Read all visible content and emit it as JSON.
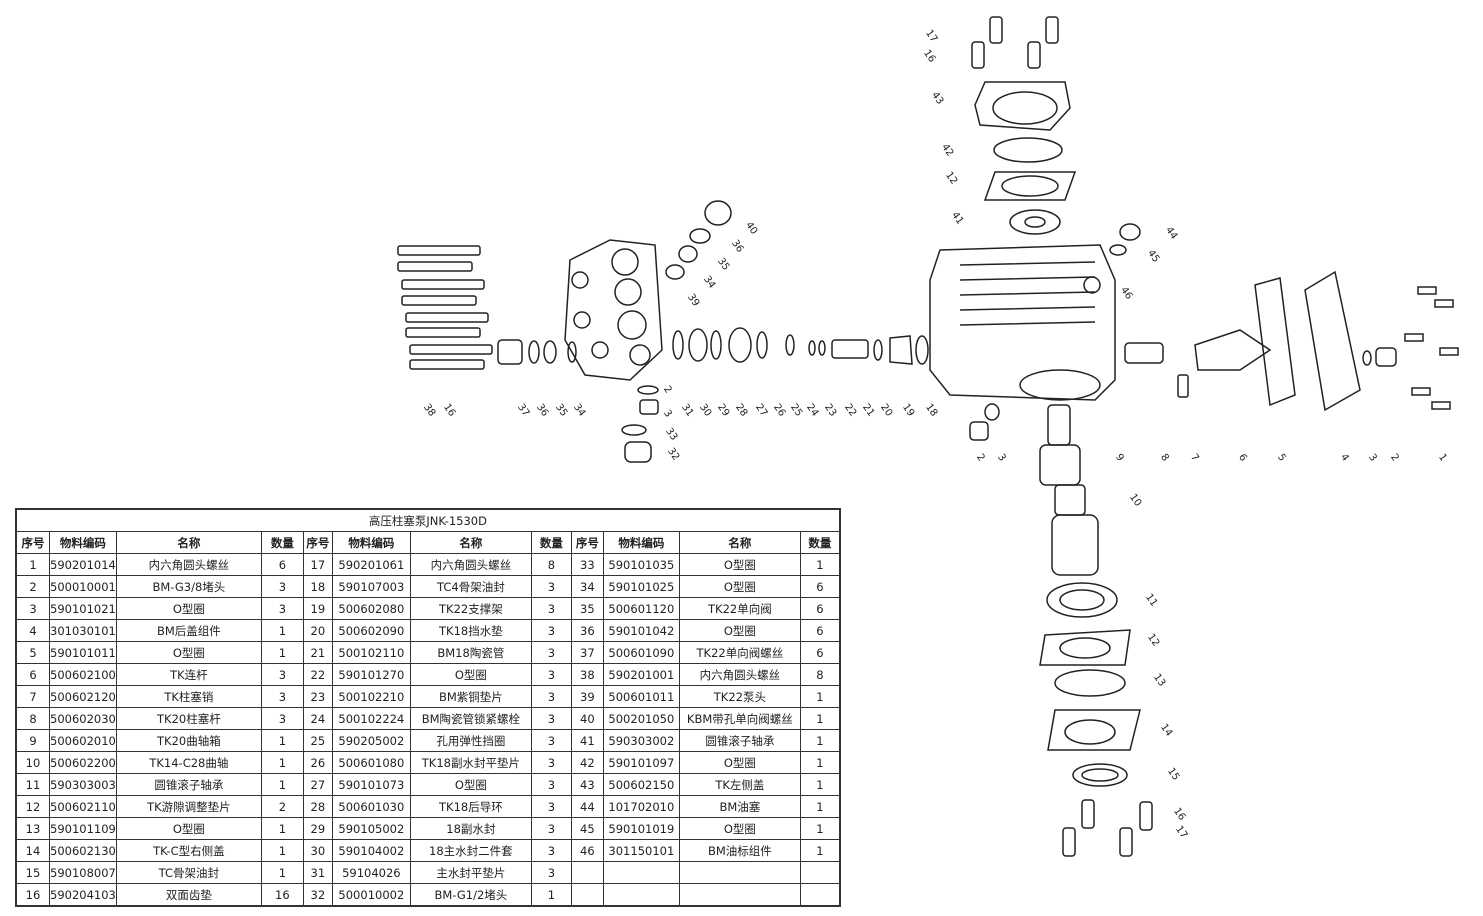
{
  "table": {
    "title": "高压柱塞泵JNK-1530D",
    "headers": [
      "序号",
      "物料编码",
      "名称",
      "数量",
      "序号",
      "物料编码",
      "名称",
      "数量",
      "序号",
      "物料编码",
      "名称",
      "数量"
    ],
    "rows": [
      [
        "1",
        "590201014",
        "内六角圆头螺丝",
        "6",
        "17",
        "590201061",
        "内六角圆头螺丝",
        "8",
        "33",
        "590101035",
        "O型圈",
        "1"
      ],
      [
        "2",
        "500010001",
        "BM-G3/8堵头",
        "3",
        "18",
        "590107003",
        "TC4骨架油封",
        "3",
        "34",
        "590101025",
        "O型圈",
        "6"
      ],
      [
        "3",
        "590101021",
        "O型圈",
        "3",
        "19",
        "500602080",
        "TK22支撑架",
        "3",
        "35",
        "500601120",
        "TK22单向阀",
        "6"
      ],
      [
        "4",
        "301030101",
        "BM后盖组件",
        "1",
        "20",
        "500602090",
        "TK18挡水垫",
        "3",
        "36",
        "590101042",
        "O型圈",
        "6"
      ],
      [
        "5",
        "590101011",
        "O型圈",
        "1",
        "21",
        "500102110",
        "BM18陶瓷管",
        "3",
        "37",
        "500601090",
        "TK22单向阀螺丝",
        "6"
      ],
      [
        "6",
        "500602100",
        "TK连杆",
        "3",
        "22",
        "590101270",
        "O型圈",
        "3",
        "38",
        "590201001",
        "内六角圆头螺丝",
        "8"
      ],
      [
        "7",
        "500602120",
        "TK柱塞销",
        "3",
        "23",
        "500102210",
        "BM紫铜垫片",
        "3",
        "39",
        "500601011",
        "TK22泵头",
        "1"
      ],
      [
        "8",
        "500602030",
        "TK20柱塞杆",
        "3",
        "24",
        "500102224",
        "BM陶瓷管锁紧螺栓",
        "3",
        "40",
        "500201050",
        "KBM带孔单向阀螺丝",
        "1"
      ],
      [
        "9",
        "500602010",
        "TK20曲轴箱",
        "1",
        "25",
        "590205002",
        "孔用弹性挡圈",
        "3",
        "41",
        "590303002",
        "圆锥滚子轴承",
        "1"
      ],
      [
        "10",
        "500602200",
        "TK14-C28曲轴",
        "1",
        "26",
        "500601080",
        "TK18副水封平垫片",
        "3",
        "42",
        "590101097",
        "O型圈",
        "1"
      ],
      [
        "11",
        "590303003",
        "圆锥滚子轴承",
        "1",
        "27",
        "590101073",
        "O型圈",
        "3",
        "43",
        "500602150",
        "TK左侧盖",
        "1"
      ],
      [
        "12",
        "500602110",
        "TK游隙调整垫片",
        "2",
        "28",
        "500601030",
        "TK18后导环",
        "3",
        "44",
        "101702010",
        "BM油塞",
        "1"
      ],
      [
        "13",
        "590101109",
        "O型圈",
        "1",
        "29",
        "590105002",
        "18副水封",
        "3",
        "45",
        "590101019",
        "O型圈",
        "1"
      ],
      [
        "14",
        "500602130",
        "TK-C型右侧盖",
        "1",
        "30",
        "590104002",
        "18主水封二件套",
        "3",
        "46",
        "301150101",
        "BM油标组件",
        "1"
      ],
      [
        "15",
        "590108007",
        "TC骨架油封",
        "1",
        "31",
        "59104026",
        "主水封平垫片",
        "3",
        "",
        "",
        "",
        ""
      ],
      [
        "16",
        "590204103",
        "双面齿垫",
        "16",
        "32",
        "500010002",
        "BM-G1/2堵头",
        "1",
        "",
        "",
        "",
        ""
      ]
    ]
  },
  "diagram": {
    "callouts": [
      "17",
      "16",
      "43",
      "42",
      "12",
      "41",
      "40",
      "36",
      "35",
      "34",
      "39",
      "44",
      "45",
      "46",
      "38",
      "16",
      "37",
      "36",
      "35",
      "34",
      "2",
      "3",
      "33",
      "32",
      "31",
      "30",
      "29",
      "28",
      "27",
      "26",
      "25",
      "24",
      "23",
      "22",
      "21",
      "20",
      "19",
      "18",
      "2",
      "3",
      "9",
      "8",
      "7",
      "6",
      "5",
      "4",
      "3",
      "2",
      "1",
      "10",
      "11",
      "12",
      "13",
      "14",
      "15",
      "16",
      "17"
    ]
  }
}
